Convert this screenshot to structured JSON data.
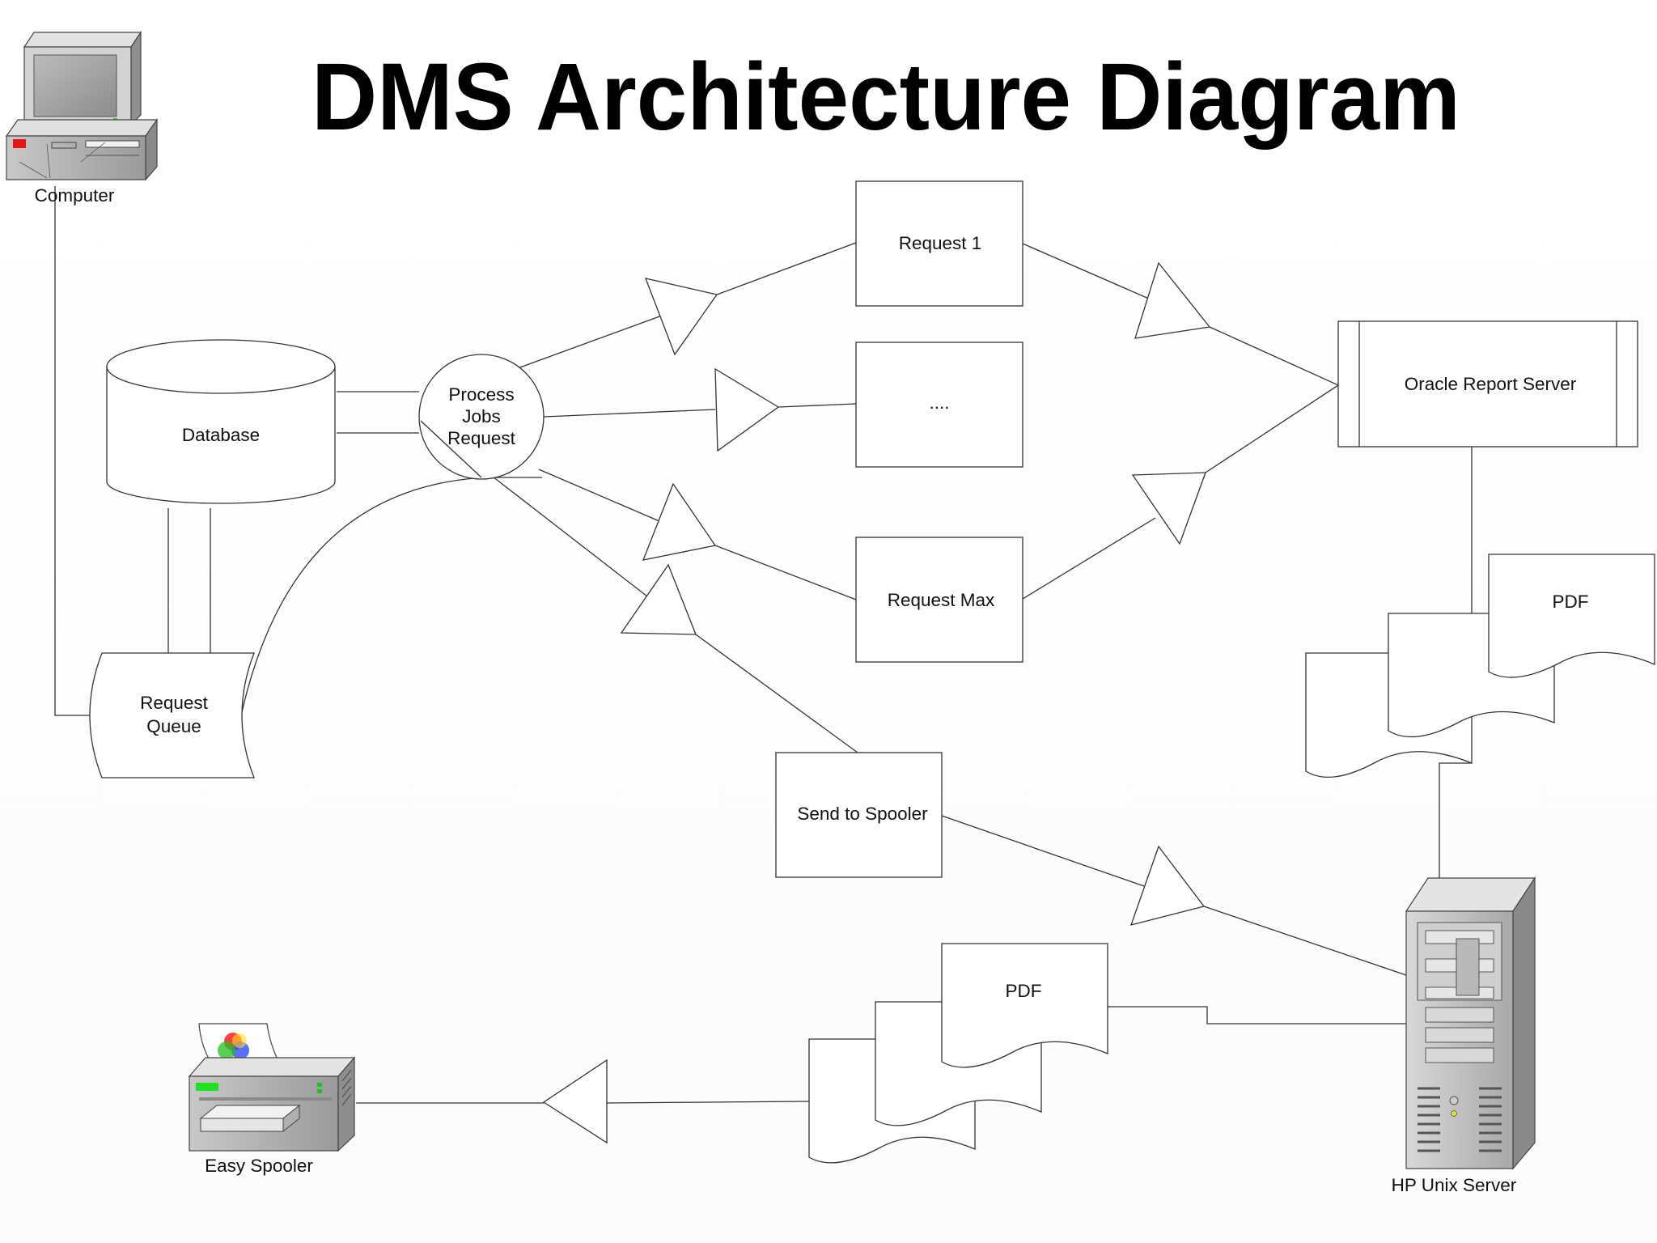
{
  "title": "DMS Architecture Diagram",
  "nodes": {
    "computer": "Computer",
    "database": "Database",
    "process_jobs": [
      "Process",
      "Jobs",
      "Request"
    ],
    "request_queue": [
      "Request",
      "Queue"
    ],
    "request_1": "Request 1",
    "request_dots": "....",
    "request_max": "Request Max",
    "oracle_report_server": "Oracle Report Server",
    "pdf_top": "PDF",
    "send_to_spooler": "Send to Spooler",
    "pdf_bottom": "PDF",
    "hp_unix_server": "HP Unix Server",
    "easy_spooler": "Easy Spooler"
  },
  "icons": {
    "computer": "desktop-computer-icon",
    "server": "tower-server-icon",
    "printer": "printer-icon"
  }
}
